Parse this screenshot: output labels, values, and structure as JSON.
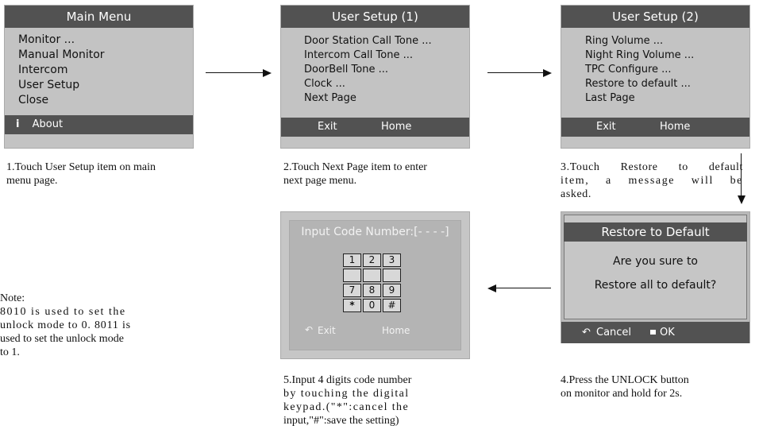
{
  "screen1": {
    "title": "Main Menu",
    "items": [
      "Monitor ...",
      "Manual Monitor",
      "Intercom",
      "User Setup",
      "Close"
    ],
    "about_icon": "i",
    "about_label": "About"
  },
  "caption1": [
    "1.Touch User Setup item on main",
    "menu page."
  ],
  "screen2": {
    "title": "User Setup  (1)",
    "items": [
      "Door Station Call Tone ...",
      "Intercom Call Tone ...",
      "DoorBell Tone ...",
      "Clock ...",
      "Next Page"
    ],
    "exit_label": "Exit",
    "home_label": "Home"
  },
  "caption2": [
    "2.Touch Next Page item to enter",
    "next page menu."
  ],
  "screen3": {
    "title": "User Setup  (2)",
    "items": [
      "Ring Volume  ...",
      "Night Ring Volume  ...",
      "TPC Configure ...",
      "Restore to default  ...",
      "Last Page"
    ],
    "exit_label": "Exit",
    "home_label": "Home"
  },
  "caption3": [
    "3.Touch Restore to default",
    "item, a message will be",
    "asked."
  ],
  "screen4": {
    "title": "Restore to Default",
    "line1": "Are you sure to",
    "line2": "Restore all to default?",
    "cancel_label": "Cancel",
    "ok_label": "OK"
  },
  "caption4": [
    "4.Press the UNLOCK button",
    "on monitor and hold for 2s."
  ],
  "screen5": {
    "title": "Input Code Number:[- - - -]",
    "keys": [
      "1",
      "2",
      "3",
      "",
      "",
      "",
      "7",
      "8",
      "9",
      "*",
      "0",
      "#"
    ],
    "exit_label": "Exit",
    "home_label": "Home"
  },
  "caption5": [
    "5.Input 4 digits code number",
    "by touching the digital",
    "keypad.(\"*\":cancel the",
    "input,\"#\":save the setting)"
  ],
  "note": {
    "heading": "Note:",
    "lines": [
      "8010 is used to set the",
      "unlock mode to 0. 8011 is",
      "used to set the unlock mode",
      "to 1."
    ]
  },
  "icons": {
    "back": "back-arrow-icon",
    "unlock": "unlock-key-icon",
    "info": "info-icon"
  }
}
